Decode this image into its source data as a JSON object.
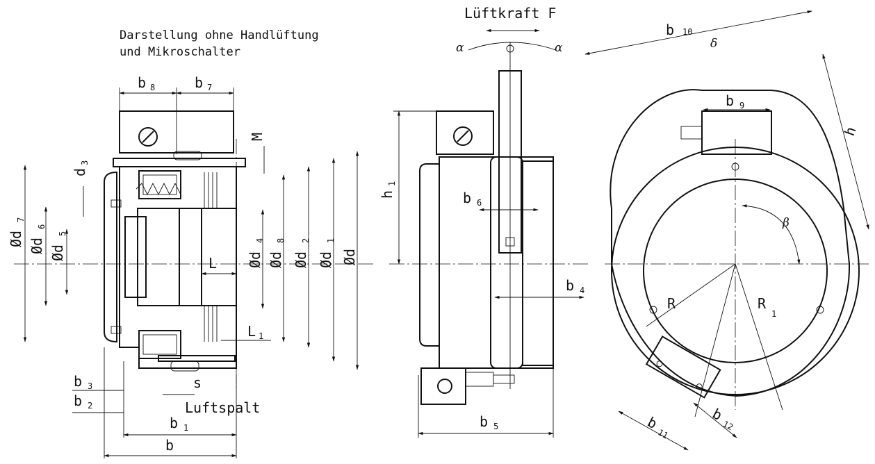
{
  "notes": {
    "line1": "Darstellung ohne Handlüftung",
    "line2": "und Mikroschalter",
    "force": "Lüftkraft F",
    "airgap": "Luftspalt"
  },
  "dims": {
    "b": "b",
    "b1": "1",
    "b2": "2",
    "b3": "3",
    "b4": "4",
    "b5": "5",
    "b6": "6",
    "b7": "7",
    "b8": "8",
    "b9": "9",
    "b10": "10",
    "b11": "11",
    "b12": "12",
    "M": "M",
    "d3": "d",
    "d3s": "3",
    "s": "s",
    "L": "L",
    "L1": "L",
    "L1s": "1",
    "h": "h",
    "h1": "h",
    "h1s": "1",
    "d": "Ød",
    "d1": "Ød",
    "d2": "Ød",
    "d4": "Ød",
    "d5": "Ød",
    "d6": "Ød",
    "d7": "Ød",
    "d8": "Ød",
    "n1": "1",
    "n2": "2",
    "n4": "4",
    "n5": "5",
    "n6": "6",
    "n7": "7",
    "n8": "8",
    "R": "R",
    "R1": "R",
    "R1s": "1",
    "alpha": "α",
    "beta": "β",
    "delta": "δ"
  }
}
